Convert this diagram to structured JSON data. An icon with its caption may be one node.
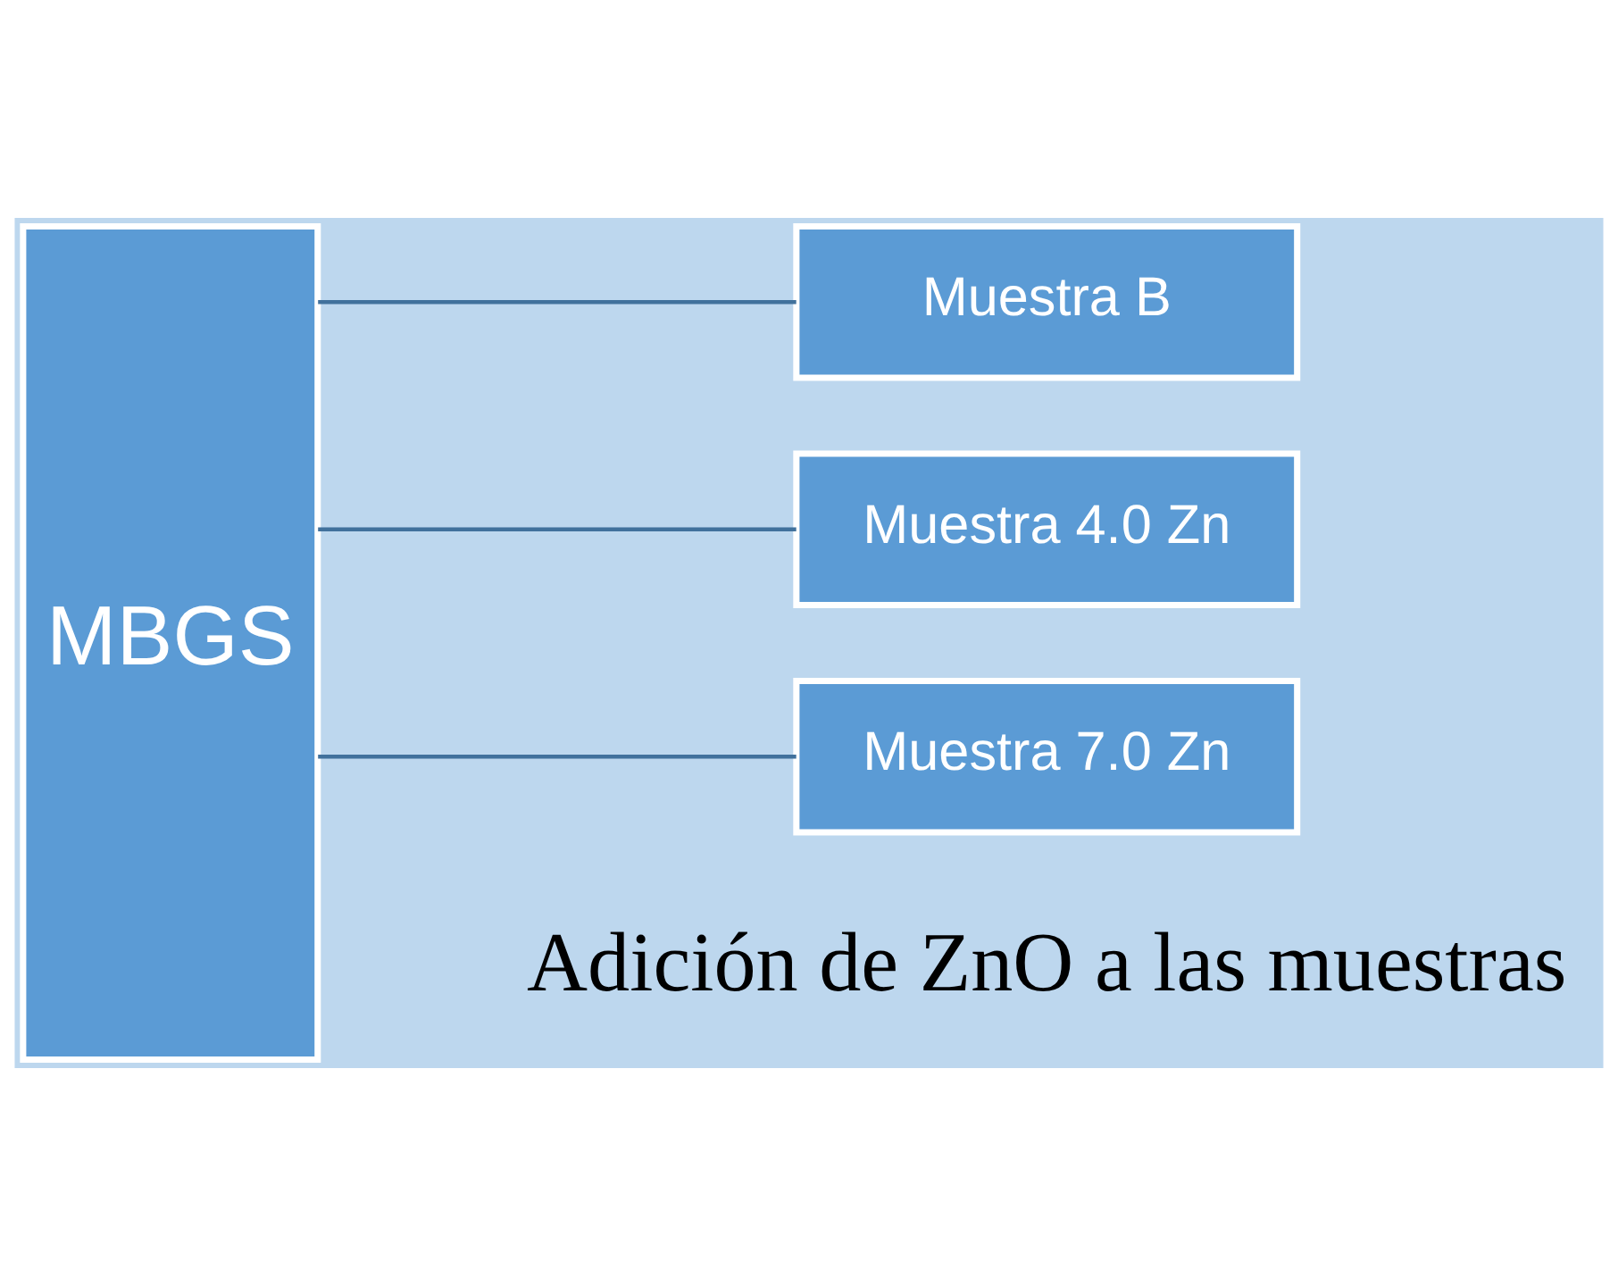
{
  "diagram": {
    "nodes": [
      {
        "text": [
          "MBGS"
        ]
      },
      {
        "text": [
          "Muestra B"
        ]
      },
      {
        "text": [
          "Muestra 4.0 Zn"
        ]
      },
      {
        "text": [
          "Muestra 7.0 Zn"
        ]
      }
    ],
    "edges": [
      {
        "from": 0,
        "to": 1,
        "arrow": "none"
      },
      {
        "from": 0,
        "to": 2,
        "arrow": "none"
      },
      {
        "from": 0,
        "to": 3,
        "arrow": "none"
      }
    ],
    "labels": [
      "Adición de ZnO a las muestras"
    ]
  }
}
